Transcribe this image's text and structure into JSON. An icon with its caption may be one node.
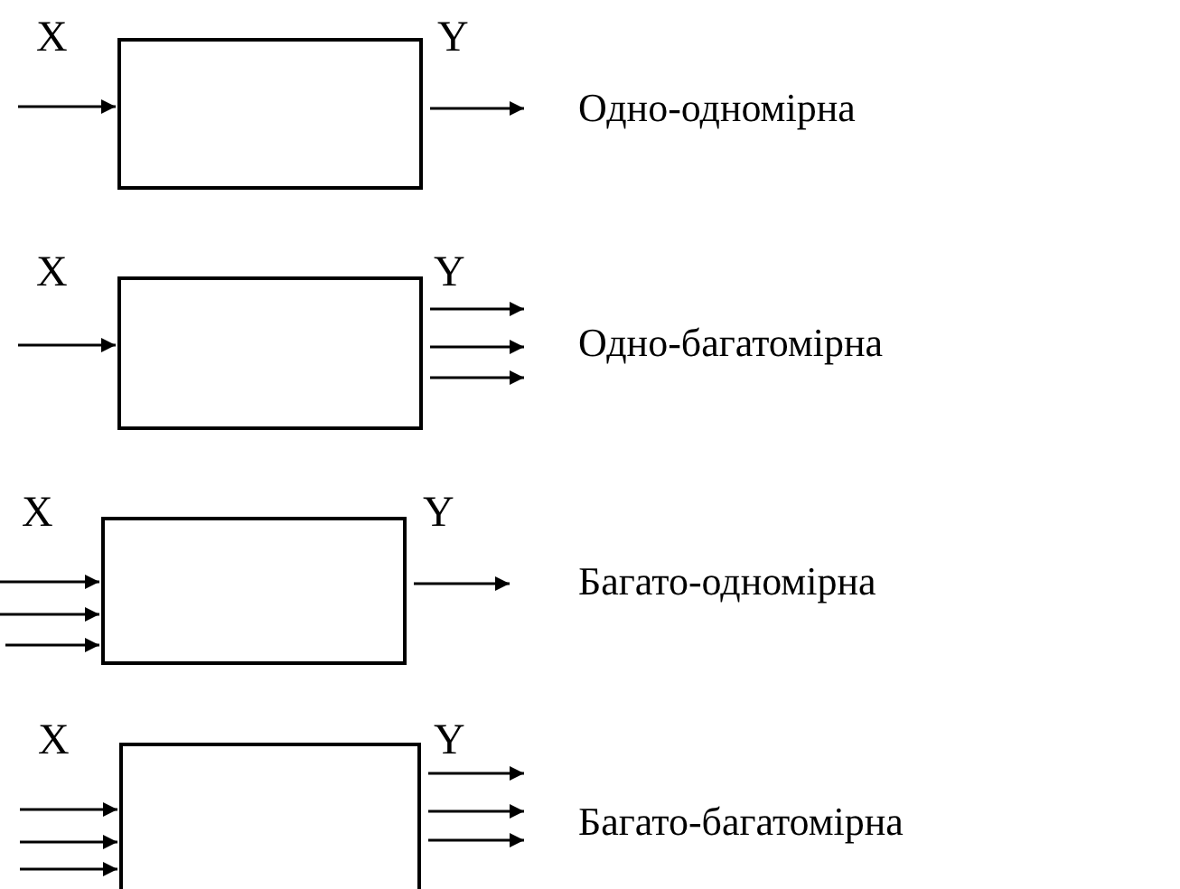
{
  "diagram": {
    "nodes": [
      {
        "text": [],
        "shape": "box"
      },
      {
        "text": [],
        "shape": "box"
      },
      {
        "text": [],
        "shape": "box"
      },
      {
        "text": [],
        "shape": "box"
      }
    ],
    "edges": [
      {
        "from": null,
        "to": 0,
        "arrow": "to"
      },
      {
        "from": 0,
        "to": null,
        "arrow": "to"
      },
      {
        "from": null,
        "to": 1,
        "arrow": "to"
      },
      {
        "from": 1,
        "to": null,
        "arrow": "to"
      },
      {
        "from": 1,
        "to": null,
        "arrow": "to"
      },
      {
        "from": 1,
        "to": null,
        "arrow": "to"
      },
      {
        "from": null,
        "to": 2,
        "arrow": "to"
      },
      {
        "from": null,
        "to": 2,
        "arrow": "to"
      },
      {
        "from": null,
        "to": 2,
        "arrow": "to"
      },
      {
        "from": 2,
        "to": null,
        "arrow": "to"
      },
      {
        "from": null,
        "to": 3,
        "arrow": "to"
      },
      {
        "from": null,
        "to": 3,
        "arrow": "to"
      },
      {
        "from": null,
        "to": 3,
        "arrow": "to"
      },
      {
        "from": 3,
        "to": null,
        "arrow": "to"
      },
      {
        "from": 3,
        "to": null,
        "arrow": "to"
      },
      {
        "from": 3,
        "to": null,
        "arrow": "to"
      }
    ],
    "labels": [
      "X",
      "Y",
      "Одно-одномірна",
      "X",
      "Y",
      "Одно-багатомірна",
      "X",
      "Y",
      "Багато-одномірна",
      "X",
      "Y",
      "Багато-багатомірна"
    ]
  }
}
